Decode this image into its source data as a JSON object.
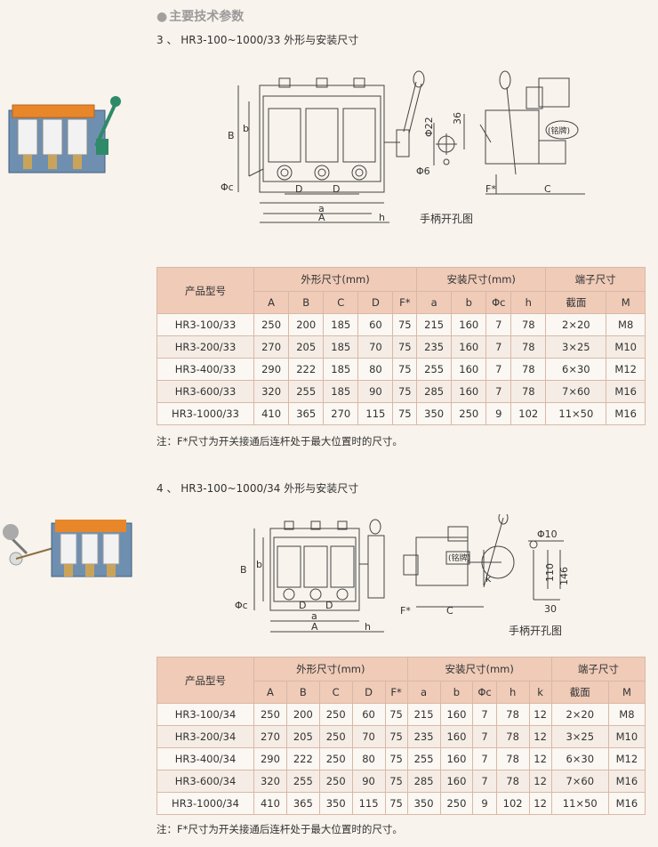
{
  "page_heading": "主要技术参数",
  "section3": {
    "title": "3 、 HR3-100~1000/33 外形与安装尺寸",
    "drawing_labels": {
      "B": "B",
      "b": "b",
      "phi_c": "Φc",
      "D": "D",
      "a": "a",
      "A": "A",
      "h": "h",
      "phi22": "Φ22",
      "dim36": "36",
      "phi6": "Φ6",
      "F": "F*",
      "C": "C",
      "nameplate": "(铭牌)"
    },
    "handle_caption": "手柄开孔图",
    "table": {
      "group_model": "产品型号",
      "group_outer": "外形尺寸(mm)",
      "group_install": "安装尺寸(mm)",
      "group_terminal": "端子尺寸",
      "cols_outer": [
        "A",
        "B",
        "C",
        "D",
        "F*"
      ],
      "cols_install": [
        "a",
        "b",
        "Φc",
        "h"
      ],
      "cols_terminal": [
        "截面",
        "M"
      ],
      "rows": [
        [
          "HR3-100/33",
          "250",
          "200",
          "185",
          "60",
          "75",
          "215",
          "160",
          "7",
          "78",
          "2×20",
          "M8"
        ],
        [
          "HR3-200/33",
          "270",
          "205",
          "185",
          "70",
          "75",
          "235",
          "160",
          "7",
          "78",
          "3×25",
          "M10"
        ],
        [
          "HR3-400/33",
          "290",
          "222",
          "185",
          "80",
          "75",
          "255",
          "160",
          "7",
          "78",
          "6×30",
          "M12"
        ],
        [
          "HR3-600/33",
          "320",
          "255",
          "185",
          "90",
          "75",
          "285",
          "160",
          "7",
          "78",
          "7×60",
          "M16"
        ],
        [
          "HR3-1000/33",
          "410",
          "365",
          "270",
          "115",
          "75",
          "350",
          "250",
          "9",
          "102",
          "11×50",
          "M16"
        ]
      ]
    },
    "note": "注：F*尺寸为开关接通后连杆处于最大位置时的尺寸。"
  },
  "section4": {
    "title": "4 、 HR3-100~1000/34 外形与安装尺寸",
    "drawing_labels": {
      "B": "B",
      "b": "b",
      "phi_c": "Φc",
      "D": "D",
      "a": "a",
      "A": "A",
      "h": "h",
      "F": "F*",
      "C": "C",
      "k": "k",
      "phi10": "Φ10",
      "dim110": "110",
      "dim146": "146",
      "dim30": "30",
      "nameplate": "(铭牌)"
    },
    "handle_caption": "手柄开孔图",
    "table": {
      "group_model": "产品型号",
      "group_outer": "外形尺寸(mm)",
      "group_install": "安装尺寸(mm)",
      "group_terminal": "端子尺寸",
      "cols_outer": [
        "A",
        "B",
        "C",
        "D",
        "F*"
      ],
      "cols_install": [
        "a",
        "b",
        "Φc",
        "h",
        "k"
      ],
      "cols_terminal": [
        "截面",
        "M"
      ],
      "rows": [
        [
          "HR3-100/34",
          "250",
          "200",
          "250",
          "60",
          "75",
          "215",
          "160",
          "7",
          "78",
          "12",
          "2×20",
          "M8"
        ],
        [
          "HR3-200/34",
          "270",
          "205",
          "250",
          "70",
          "75",
          "235",
          "160",
          "7",
          "78",
          "12",
          "3×25",
          "M10"
        ],
        [
          "HR3-400/34",
          "290",
          "222",
          "250",
          "80",
          "75",
          "255",
          "160",
          "7",
          "78",
          "12",
          "6×30",
          "M12"
        ],
        [
          "HR3-600/34",
          "320",
          "255",
          "250",
          "90",
          "75",
          "285",
          "160",
          "7",
          "78",
          "12",
          "7×60",
          "M16"
        ],
        [
          "HR3-1000/34",
          "410",
          "365",
          "350",
          "115",
          "75",
          "350",
          "250",
          "9",
          "102",
          "12",
          "11×50",
          "M16"
        ]
      ]
    },
    "note": "注：F*尺寸为开关接通后连杆处于最大位置时的尺寸。"
  },
  "colors": {
    "header_fill": "#efcbb8",
    "border": "#d9b8a8",
    "switch_orange": "#e8862a",
    "switch_blue": "#5a7fa8",
    "handle_green": "#2f8a6a"
  }
}
